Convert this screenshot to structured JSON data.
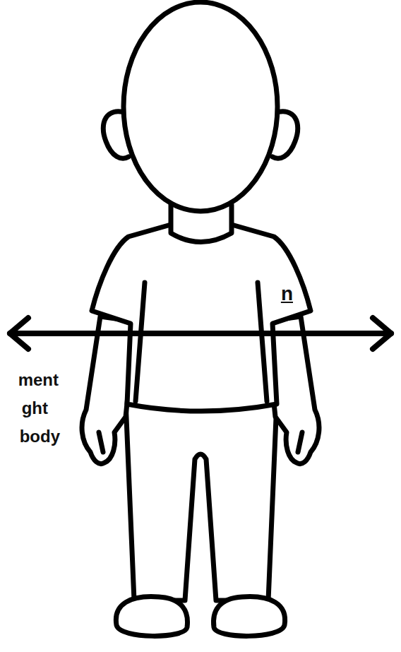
{
  "diagram": {
    "labels": [
      "n",
      "ment",
      "ght",
      "body"
    ]
  }
}
